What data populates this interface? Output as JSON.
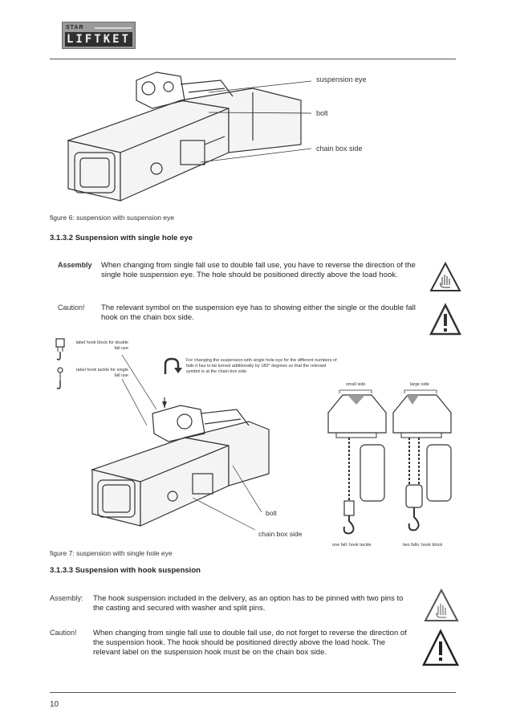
{
  "header": {
    "logo_top": "STAR",
    "logo_main": "LIFTKET"
  },
  "figure6": {
    "callouts": [
      "suspension eye",
      "bolt",
      "chain box side"
    ],
    "caption": "figure 6: suspension with suspension eye"
  },
  "section_3132": {
    "heading": "3.1.3.2   Suspension with single hole eye",
    "assembly_label": "Assembly",
    "assembly_text": "When changing from single fall use to double fall use, you have to reverse the direction of the single hole suspension eye. The hole should be positioned directly above the load hook.",
    "caution_label": "Caution!",
    "caution_text": "The relevant symbol on the suspension eye has to showing either the single or the double fall hook on the chain box side."
  },
  "figure7": {
    "label_double": "label hook block for double fall use",
    "label_single": "label hook tackle for single fall use",
    "note": "For changing the suspension with single hole eye for the different numbers of falls it has to be turned additionally by 180° degrees so that the relevant symbol is at the chain box side.",
    "small_side": "small side",
    "large_side": "large side",
    "bolt": "bolt",
    "chain_box_side": "chain box side",
    "one_fall": "one fall: hook tackle",
    "two_falls": "two falls: hook block",
    "caption": "figure 7: suspension with single hole eye"
  },
  "section_3133": {
    "heading": "3.1.3.3   Suspension with hook suspension",
    "assembly_label": "Assembly:",
    "assembly_text": "The hook suspension included in the delivery, as an option has to be pinned with two pins to the casting and secured with washer and split pins.",
    "caution_label": "Caution!",
    "caution_text": "When changing from single fall use to double fall use, do not forget to reverse the direction of the suspension hook. The hook should be positioned directly above the load hook. The relevant label on the suspension hook must be on the chain box side."
  },
  "footer": {
    "page_number": "10"
  }
}
